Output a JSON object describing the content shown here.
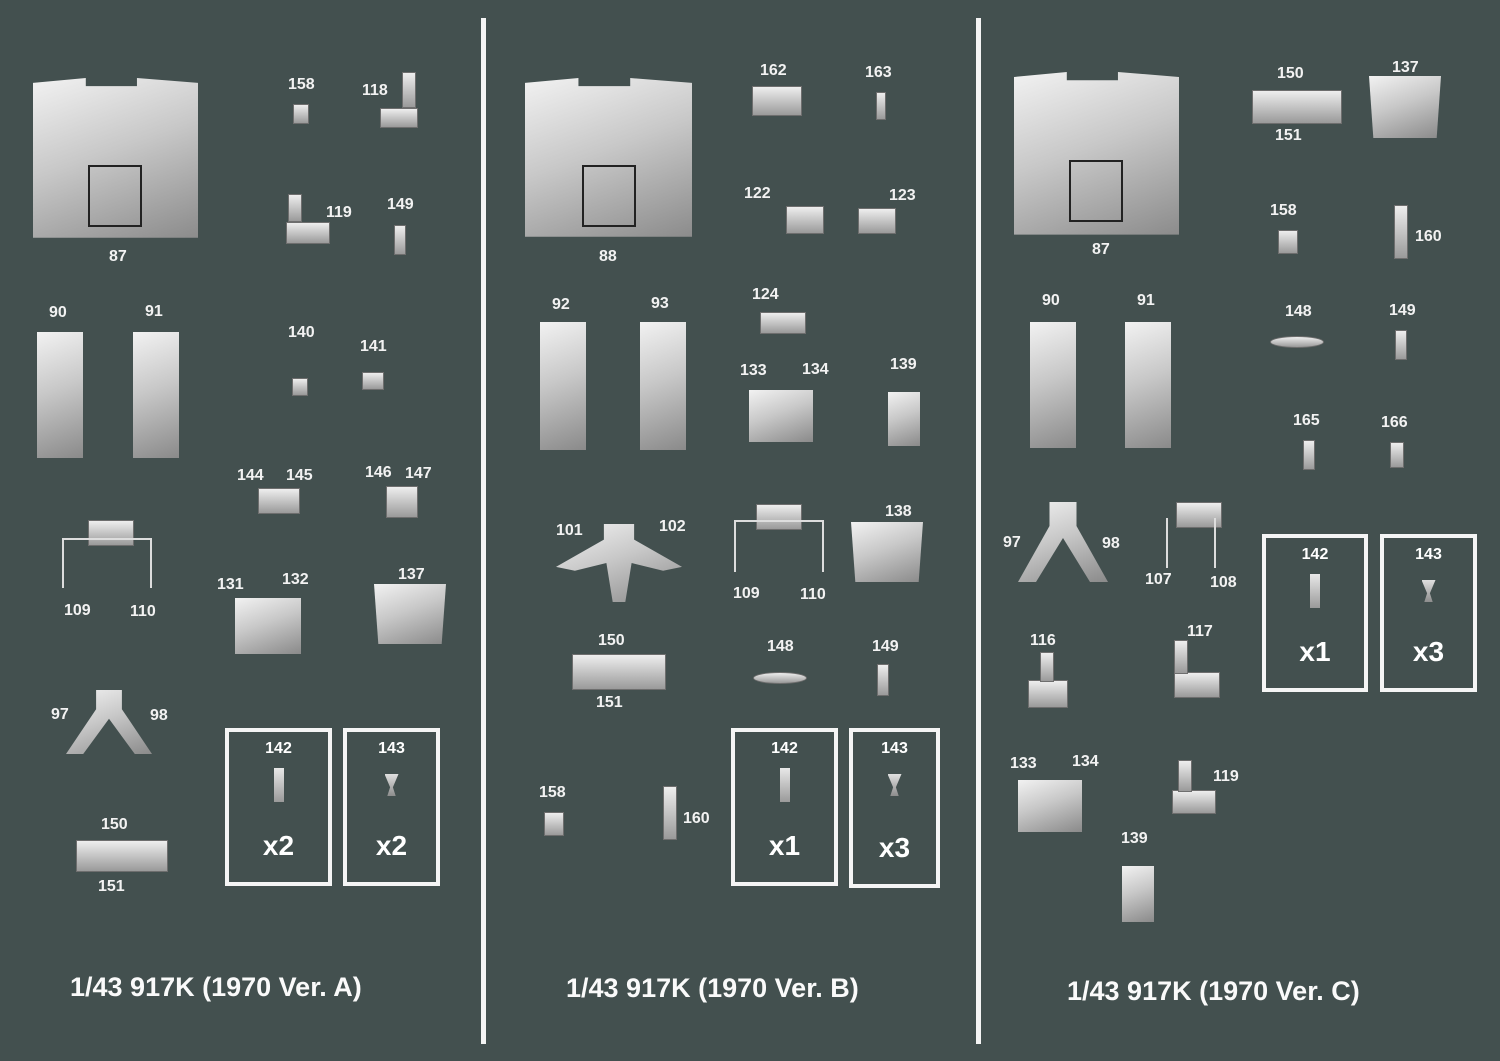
{
  "panels": [
    {
      "title": "1/43 917K (1970 Ver. A)",
      "labels": [
        "87",
        "158",
        "118",
        "119",
        "149",
        "90",
        "91",
        "140",
        "141",
        "144",
        "145",
        "146",
        "147",
        "109",
        "110",
        "131",
        "132",
        "137",
        "97",
        "98",
        "150",
        "151"
      ],
      "boxes": [
        {
          "part": "142",
          "qty": "x2"
        },
        {
          "part": "143",
          "qty": "x2"
        }
      ]
    },
    {
      "title": "1/43 917K (1970 Ver. B)",
      "labels": [
        "88",
        "162",
        "163",
        "122",
        "123",
        "92",
        "93",
        "124",
        "133",
        "134",
        "139",
        "101",
        "102",
        "109",
        "110",
        "138",
        "150",
        "151",
        "148",
        "149",
        "158",
        "160"
      ],
      "boxes": [
        {
          "part": "142",
          "qty": "x1"
        },
        {
          "part": "143",
          "qty": "x3"
        }
      ]
    },
    {
      "title": "1/43 917K (1970 Ver. C)",
      "labels": [
        "87",
        "150",
        "151",
        "137",
        "158",
        "160",
        "90",
        "91",
        "148",
        "149",
        "165",
        "166",
        "97",
        "98",
        "107",
        "108",
        "116",
        "117",
        "133",
        "134",
        "119",
        "139"
      ],
      "boxes": [
        {
          "part": "142",
          "qty": "x1"
        },
        {
          "part": "143",
          "qty": "x3"
        }
      ]
    }
  ],
  "colors": {
    "background": "#43504f",
    "divider": "#f4f4f4",
    "text": "#ffffff"
  }
}
